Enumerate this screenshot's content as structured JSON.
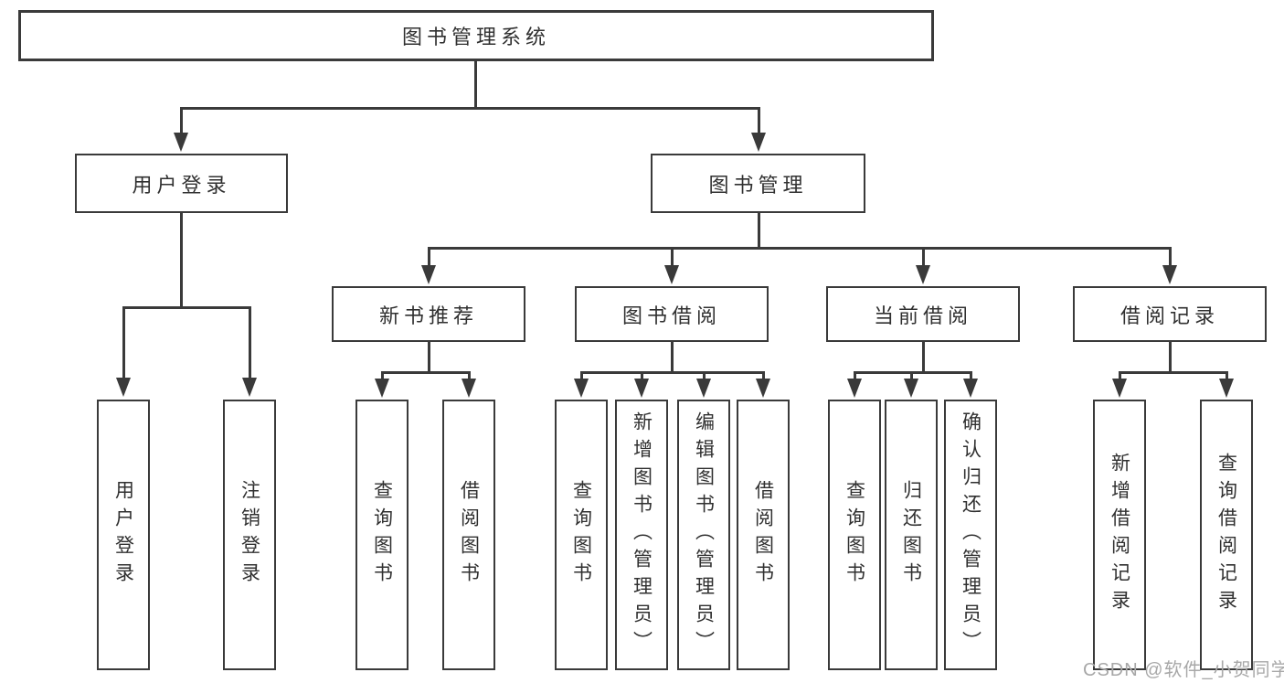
{
  "tree": {
    "root": "图书管理系统",
    "branches": [
      {
        "label": "用户登录",
        "children": [
          "用户登录",
          "注销登录"
        ]
      },
      {
        "label": "图书管理",
        "groups": [
          {
            "label": "新书推荐",
            "children": [
              "查询图书",
              "借阅图书"
            ]
          },
          {
            "label": "图书借阅",
            "children": [
              "查询图书",
              "新增图书（管理员）",
              "编辑图书（管理员）",
              "借阅图书"
            ]
          },
          {
            "label": "当前借阅",
            "children": [
              "查询图书",
              "归还图书",
              "确认归还（管理员）"
            ]
          },
          {
            "label": "借阅记录",
            "children": [
              "新增借阅记录",
              "查询借阅记录"
            ]
          }
        ]
      }
    ]
  },
  "watermark": {
    "text": "CSDN @软件_小贺同学"
  },
  "colors": {
    "line": "#3a3a3a",
    "text": "#303030",
    "box_fill": "#ffffff",
    "watermark": "#a8a8a8",
    "background": "#ffffff"
  }
}
